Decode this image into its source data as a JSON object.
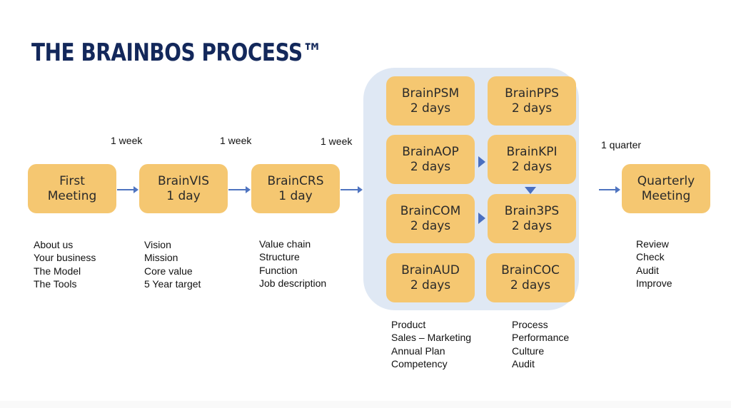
{
  "title": "THE BRAINBOS PROCESS™",
  "colors": {
    "title": "#13285b",
    "node_fill": "#f5c771",
    "group_fill": "#dfe8f4",
    "arrow": "#4f74c0"
  },
  "steps": [
    {
      "id": "first-meeting",
      "line1": "First",
      "line2": "Meeting"
    },
    {
      "id": "brainvis",
      "line1": "BrainVIS",
      "line2": "1 day"
    },
    {
      "id": "braincrs",
      "line1": "BrainCRS",
      "line2": "1 day"
    },
    {
      "id": "quarterly-meeting",
      "line1": "Quarterly",
      "line2": "Meeting"
    }
  ],
  "modules": [
    {
      "id": "brainpsm",
      "name": "BrainPSM",
      "duration": "2 days"
    },
    {
      "id": "brainpps",
      "name": "BrainPPS",
      "duration": "2 days"
    },
    {
      "id": "brainaop",
      "name": "BrainAOP",
      "duration": "2 days"
    },
    {
      "id": "brainkpi",
      "name": "BrainKPI",
      "duration": "2 days"
    },
    {
      "id": "braincom",
      "name": "BrainCOM",
      "duration": "2 days"
    },
    {
      "id": "brain3ps",
      "name": "Brain3PS",
      "duration": "2 days"
    },
    {
      "id": "brainaud",
      "name": "BrainAUD",
      "duration": "2 days"
    },
    {
      "id": "braincoc",
      "name": "BrainCOC",
      "duration": "2 days"
    }
  ],
  "intervals": [
    "1 week",
    "1 week",
    "1 week",
    "1 quarter"
  ],
  "topics": {
    "first_meeting": [
      "About us",
      "Your business",
      "The Model",
      "The Tools"
    ],
    "brainvis": [
      "Vision",
      "Mission",
      "Core value",
      "5 Year target"
    ],
    "braincrs": [
      "Value chain",
      "Structure",
      "Function",
      "Job description"
    ],
    "modules_left": [
      "Product",
      "Sales – Marketing",
      "Annual Plan",
      "Competency"
    ],
    "modules_right": [
      "Process",
      "Performance",
      "Culture",
      "Audit"
    ],
    "quarterly_meeting": [
      "Review",
      "Check",
      "Audit",
      "Improve"
    ]
  }
}
